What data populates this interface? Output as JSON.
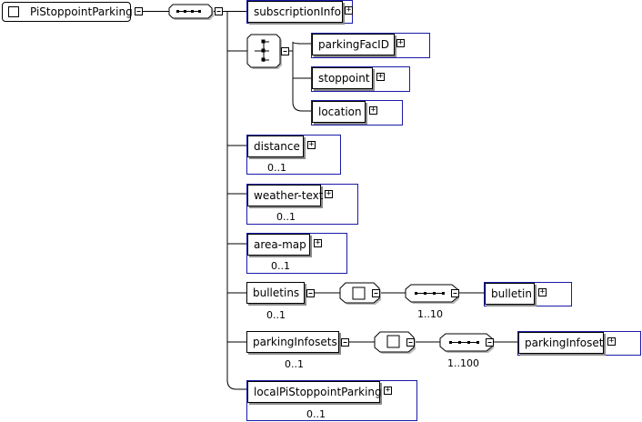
{
  "root": {
    "label": "PiStoppointParking"
  },
  "elements": {
    "subscriptionInfo": {
      "label": "subscriptionInfo"
    },
    "parkingFacID": {
      "label": "parkingFacID"
    },
    "stoppoint": {
      "label": "stoppoint"
    },
    "location": {
      "label": "location"
    },
    "distance": {
      "label": "distance",
      "cardinality": "0..1"
    },
    "weatherText": {
      "label": "weather-text",
      "cardinality": "0..1"
    },
    "areaMap": {
      "label": "area-map",
      "cardinality": "0..1"
    },
    "bulletins": {
      "label": "bulletins",
      "cardinality": "0..1"
    },
    "bulletin": {
      "label": "bulletin"
    },
    "parkingInfosets": {
      "label": "parkingInfosets",
      "cardinality": "0..1"
    },
    "parkingInfoset": {
      "label": "parkingInfoset"
    },
    "localPiStoppointParking": {
      "label": "localPiStoppointParking",
      "cardinality": "0..1"
    }
  },
  "compositors": {
    "bulletinsSequence": {
      "cardinality": "1..10"
    },
    "parkingInfosetsSequence": {
      "cardinality": "1..100"
    }
  },
  "symbols": {
    "expand": "+",
    "collapse": "−"
  },
  "colors": {
    "element_border": "#1a1aa8",
    "line": "#000000",
    "shadow": "#8a8a8a"
  }
}
